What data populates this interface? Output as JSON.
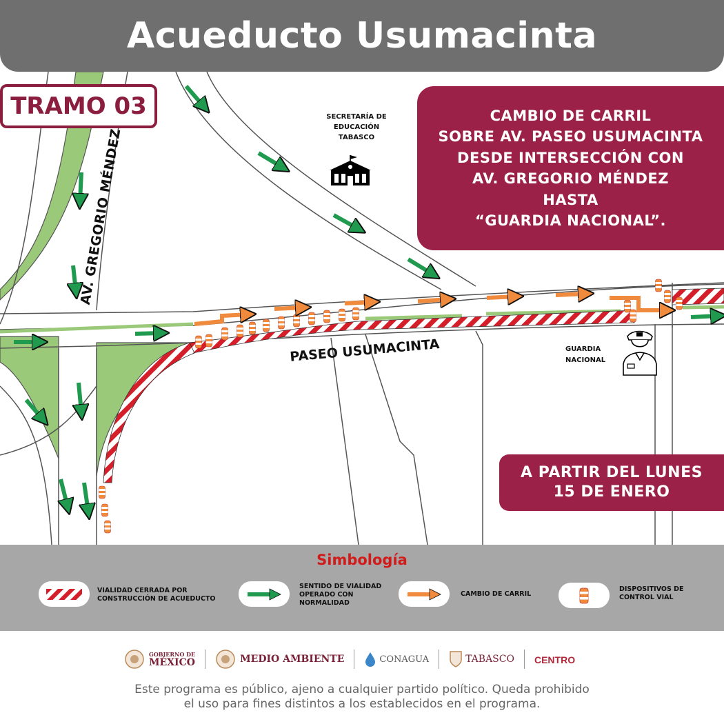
{
  "header": {
    "title": "Acueducto Usumacinta"
  },
  "tramo": {
    "label": "TRAMO 03"
  },
  "info_box": {
    "lines": [
      "CAMBIO DE CARRIL",
      "SOBRE AV. PASEO USUMACINTA",
      "DESDE INTERSECCIÓN CON",
      "AV. GREGORIO MÉNDEZ",
      "HASTA",
      "“GUARDIA NACIONAL”."
    ]
  },
  "date_box": {
    "lines": [
      "A PARTIR DEL LUNES",
      "15 DE ENERO"
    ]
  },
  "map": {
    "street_gregorio": "AV. GREGORIO MÉNDEZ",
    "street_paseo": "PASEO USUMACINTA",
    "landmark_secretaria": [
      "SECRETARÍA DE",
      "EDUCACIÓN",
      "TABASCO"
    ],
    "landmark_guardia": [
      "GUARDIA",
      "NACIONAL"
    ],
    "icons": {
      "secretaria": "school-building-icon",
      "guardia": "police-officer-icon"
    }
  },
  "legend": {
    "title": "Simbología",
    "items": [
      {
        "icon": "closed-road-stripes-icon",
        "text": [
          "VIALIDAD CERRADA POR",
          "CONSTRUCCIÓN DE ACUEDUCTO"
        ]
      },
      {
        "icon": "green-arrow-icon",
        "text": [
          "SENTIDO  DE VIALIDAD",
          "OPERADO CON",
          "NORMALIDAD"
        ]
      },
      {
        "icon": "orange-arrow-icon",
        "text": [
          "CAMBIO DE CARRIL"
        ]
      },
      {
        "icon": "traffic-barrel-icon",
        "text": [
          "DISPOSITIVOS DE",
          "CONTROL VIAL"
        ]
      }
    ]
  },
  "logos": {
    "gobierno": [
      "GOBIERNO DE",
      "MÉXICO"
    ],
    "medio_ambiente": "MEDIO AMBIENTE",
    "conagua": "CONAGUA",
    "tabasco": "TABASCO",
    "centro": "CENTRO"
  },
  "footer": {
    "lines": [
      "Este programa es público, ajeno a cualquier partido político. Queda prohibido",
      "el uso para fines distintos a los establecidos en el programa."
    ]
  },
  "colors": {
    "header_gray": "#6f6f6f",
    "maroon": "#9b2149",
    "green_arrow": "#1f9a4e",
    "orange_arrow": "#f08a3c",
    "closure_red": "#d41f2a",
    "median_green": "#9bc97a",
    "legend_gray": "#a7a7a7",
    "legend_title": "#d11b1b"
  }
}
